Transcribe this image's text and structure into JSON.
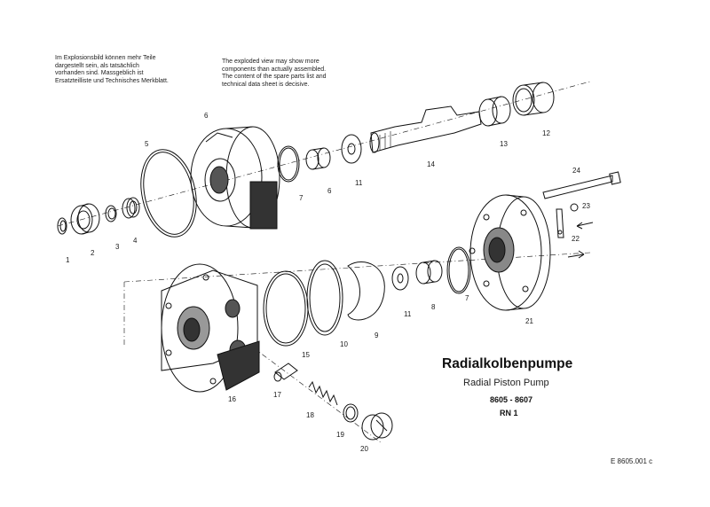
{
  "notes": {
    "german": "Im Explosionsbild können mehr Teile\ndargestellt sein, als tatsächlich\nvorhanden sind. Massgeblich ist\nErsatzteilliste und Technisches Merkblatt.",
    "english": "The exploded view may show more\ncomponents than actually assembled.\nThe content of the spare parts list and\ntechnical data sheet is decisive."
  },
  "title": {
    "german": "Radialkolbenpumpe",
    "english": "Radial Piston Pump",
    "models": "8605 - 8607",
    "revision": "RN  1"
  },
  "document_number": "E  8605.001  c",
  "part_labels": [
    "1",
    "2",
    "3",
    "4",
    "5",
    "6",
    "7",
    "6",
    "11",
    "14",
    "13",
    "12",
    "24",
    "23",
    "22",
    "21",
    "7",
    "8",
    "11",
    "9",
    "10",
    "15",
    "16",
    "17",
    "18",
    "19",
    "20"
  ]
}
